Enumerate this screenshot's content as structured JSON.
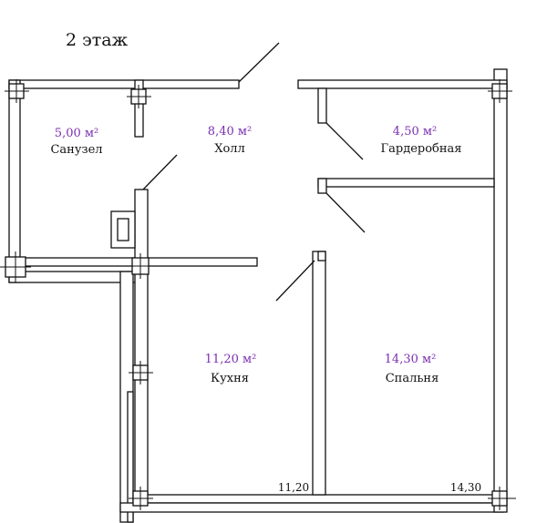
{
  "floor_label": "2 этаж",
  "rooms": [
    {
      "area": "5,00 м²",
      "name": "Санузел"
    },
    {
      "area": "8,40 м²",
      "name": "Холл"
    },
    {
      "area": "4,50 м²",
      "name": "Гардеробная"
    },
    {
      "area": "11,20 м²",
      "name": "Кухня"
    },
    {
      "area": "14,30 м²",
      "name": "Спальня"
    }
  ],
  "dimensions": [
    "11,20",
    "14,30"
  ],
  "colors": {
    "area_text": "#7b2fb0",
    "line": "#111111",
    "background": "#ffffff"
  }
}
